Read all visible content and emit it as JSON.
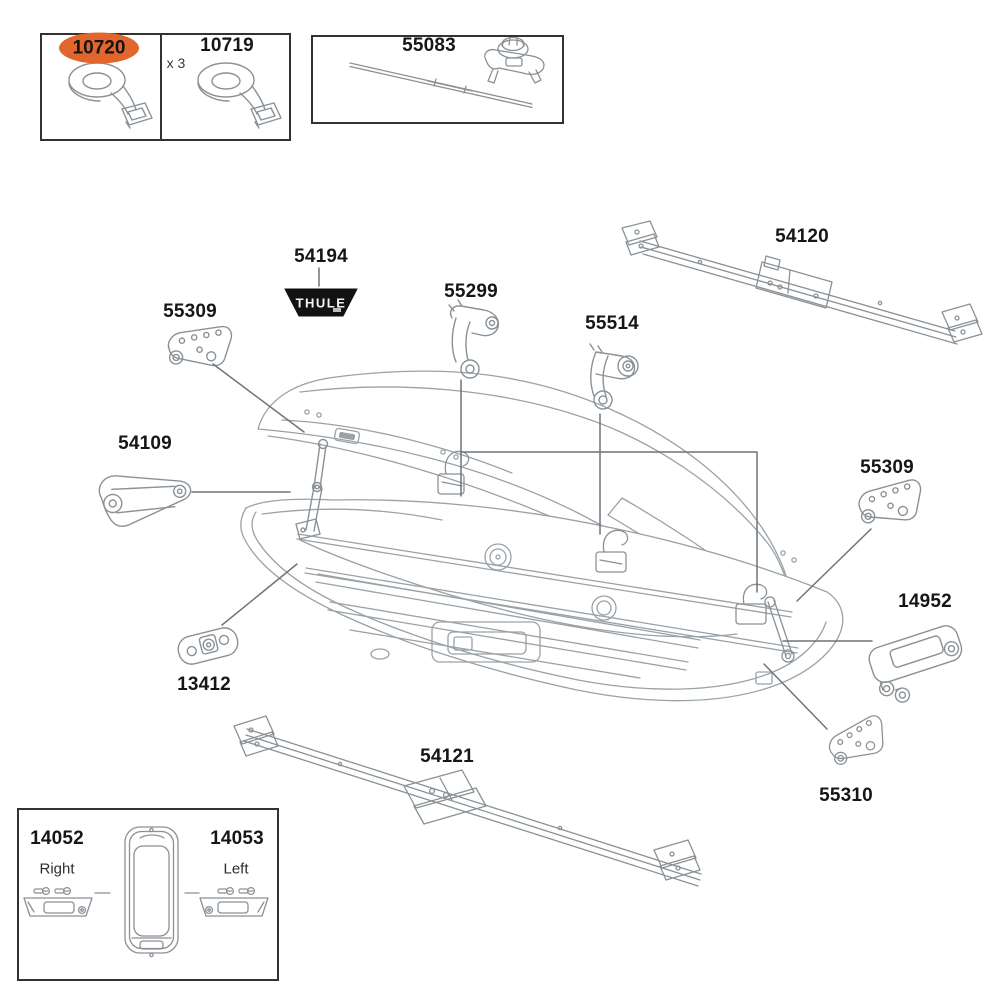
{
  "title": "Thule roof box exploded parts diagram",
  "colors": {
    "highlight": "#e0662d",
    "box_line": "#9aa2a7",
    "part_line": "#8a9196",
    "leader": "#6f7478",
    "frame_border": "#323232",
    "ink": "#161616",
    "badge_bg": "#121212",
    "badge_text": "#f4f4f4"
  },
  "kit_box_straps": {
    "item1": {
      "part_number": "10720",
      "highlighted": true
    },
    "item2": {
      "part_number": "10719",
      "quantity": "x 3"
    }
  },
  "kit_box_tool": {
    "part_number": "55083"
  },
  "badge": {
    "part_number": "54194",
    "text": "THULE"
  },
  "parts": {
    "p55309_left": {
      "part_number": "55309"
    },
    "p55299": {
      "part_number": "55299"
    },
    "p55514": {
      "part_number": "55514"
    },
    "p54120": {
      "part_number": "54120"
    },
    "p54109": {
      "part_number": "54109"
    },
    "p55309_right": {
      "part_number": "55309"
    },
    "p14952": {
      "part_number": "14952"
    },
    "p13412": {
      "part_number": "13412"
    },
    "p54121": {
      "part_number": "54121"
    },
    "p55310": {
      "part_number": "55310"
    }
  },
  "end_caps_box": {
    "right": {
      "part_number": "14052",
      "side_label": "Right"
    },
    "left": {
      "part_number": "14053",
      "side_label": "Left"
    }
  }
}
